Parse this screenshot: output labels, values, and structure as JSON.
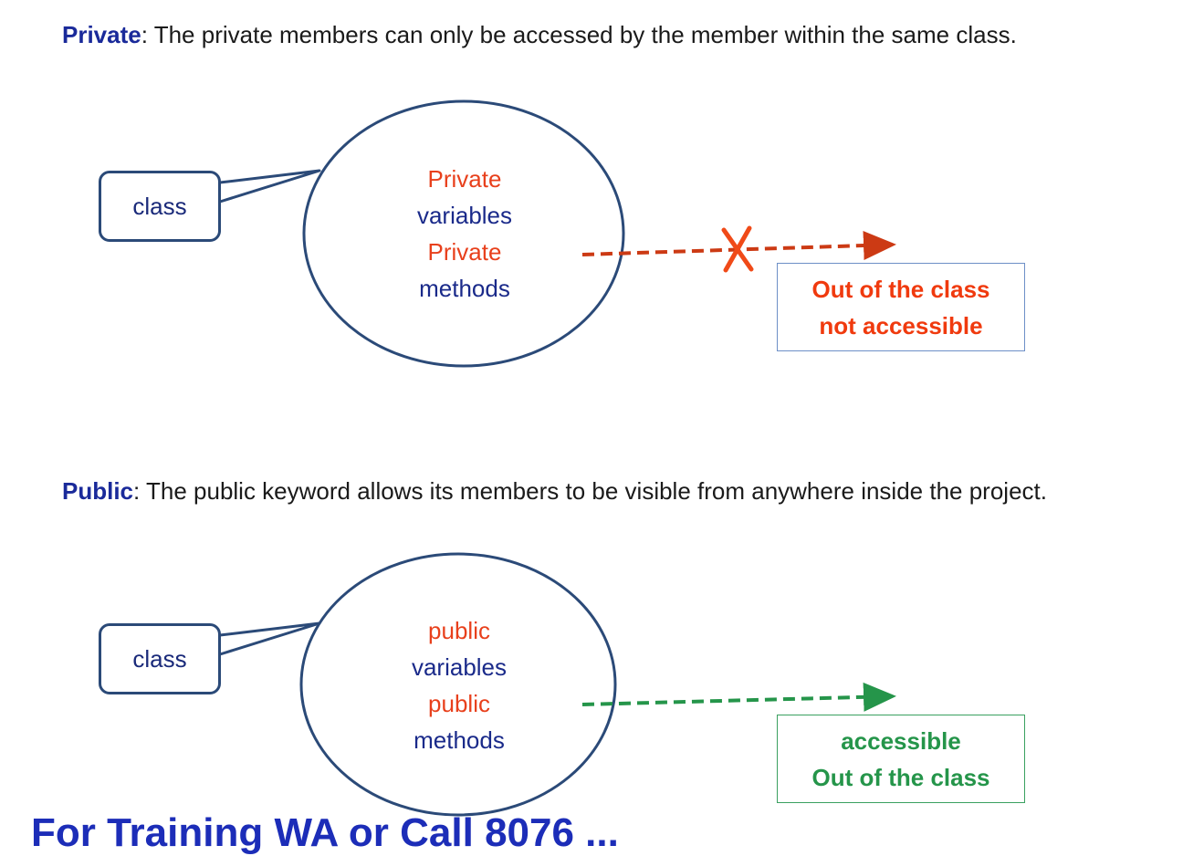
{
  "private_section": {
    "keyword": "Private",
    "description": ": The private members can only be accessed by the member within the same class.",
    "callout": "class",
    "circle": {
      "line1": "Private",
      "line2": "variables",
      "line3": "Private",
      "line4": "methods"
    },
    "result": {
      "line1": "Out of the class",
      "line2": "not accessible"
    },
    "colors": {
      "arrow": "#cc3a14",
      "cross": "#f04a18",
      "circle": "#2b4a78"
    }
  },
  "public_section": {
    "keyword": "Public",
    "description": ": The public keyword allows its members to be visible from anywhere inside the project.",
    "callout": "class",
    "circle": {
      "line1": "public",
      "line2": "variables",
      "line3": "public",
      "line4": "methods"
    },
    "result": {
      "line1": "accessible",
      "line2": "Out of the class"
    },
    "colors": {
      "arrow": "#25954a",
      "circle": "#2b4a78"
    }
  },
  "footer": {
    "text": "For Training WA or Call 8076 ..."
  }
}
